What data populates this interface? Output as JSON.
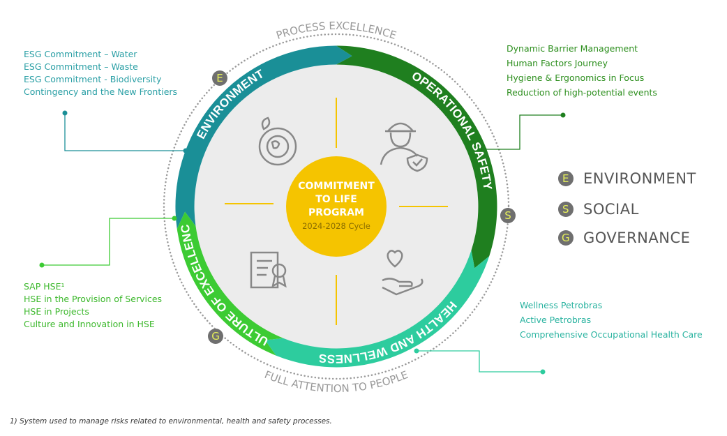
{
  "center": {
    "lines": [
      "COMMITMENT",
      "TO LIFE",
      "PROGRAM"
    ],
    "cycle": "2024-2028 Cycle"
  },
  "ring_labels": {
    "environment": "ENVIRONMENT",
    "operational_safety": "OPERATIONAL SAFETY",
    "health": "HEALTH AND WELLNESS",
    "culture": "CULTURE OF EXCELLENCE"
  },
  "outer_labels": {
    "top": "PROCESS EXCELLENCE",
    "bottom": "FULL ATTENTION TO PEOPLE"
  },
  "badges": {
    "e": "E",
    "s": "S",
    "g": "G"
  },
  "lists": {
    "environment": [
      "ESG Commitment – Water",
      "ESG Commitment – Waste",
      "ESG Commitment - Biodiversity",
      "Contingency and the New Frontiers"
    ],
    "operational_safety": [
      "Dynamic Barrier Management",
      "Human Factors Journey",
      "Hygiene & Ergonomics in Focus",
      "Reduction of high-potential events"
    ],
    "culture": [
      "SAP HSE¹",
      "HSE in the Provision of Services",
      "HSE in Projects",
      "Culture and Innovation in HSE"
    ],
    "health": [
      "Wellness Petrobras",
      "Active Petrobras",
      "Comprehensive Occupational Health Care"
    ]
  },
  "legend": [
    {
      "letter": "E",
      "label": "ENVIRONMENT"
    },
    {
      "letter": "S",
      "label": "SOCIAL"
    },
    {
      "letter": "G",
      "label": "GOVERNANCE"
    }
  ],
  "footnote": "1) System used to manage risks related to environmental, health and safety processes.",
  "colors": {
    "environment": "#1a8f97",
    "operational_safety": "#1f7f1f",
    "health": "#2dcc9e",
    "culture": "#3ccb33",
    "center": "#f5c400"
  }
}
